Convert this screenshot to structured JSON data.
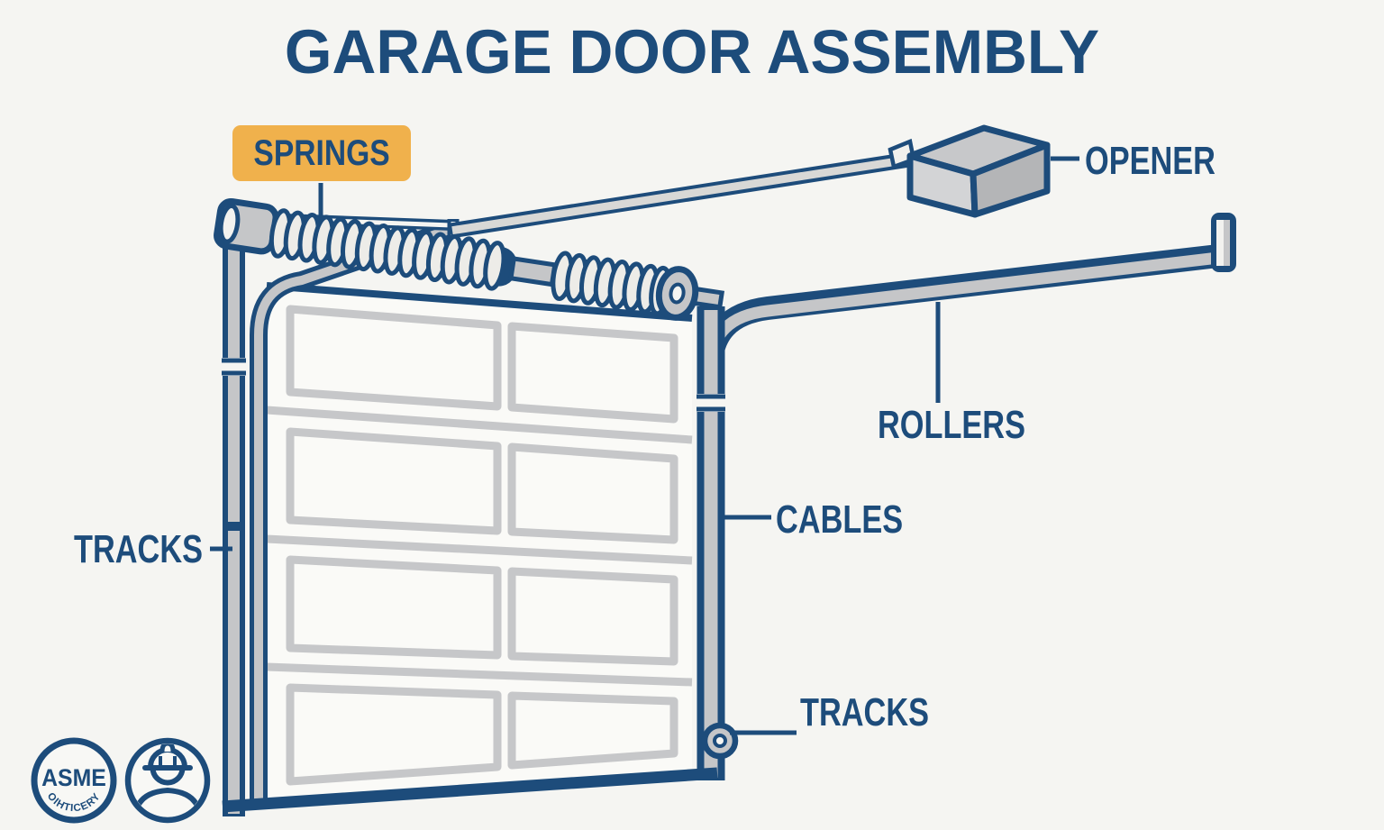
{
  "title": "GARAGE DOOR ASSEMBLY",
  "labels": {
    "springs": "SPRINGS",
    "opener": "OPENER",
    "rollers": "ROLLERS",
    "cables": "CABLES",
    "tracks_left": "TRACKS",
    "tracks_right": "TRACKS"
  },
  "badges": {
    "asme_text": "ASME",
    "asme_arc_text": "OIHTICERY"
  },
  "colors": {
    "background": "#f5f5f2",
    "ink_blue": "#1d4c7b",
    "accent_orange": "#f0b14c",
    "steel_gray": "#c5c6c8",
    "door_white": "#fafaf7"
  }
}
